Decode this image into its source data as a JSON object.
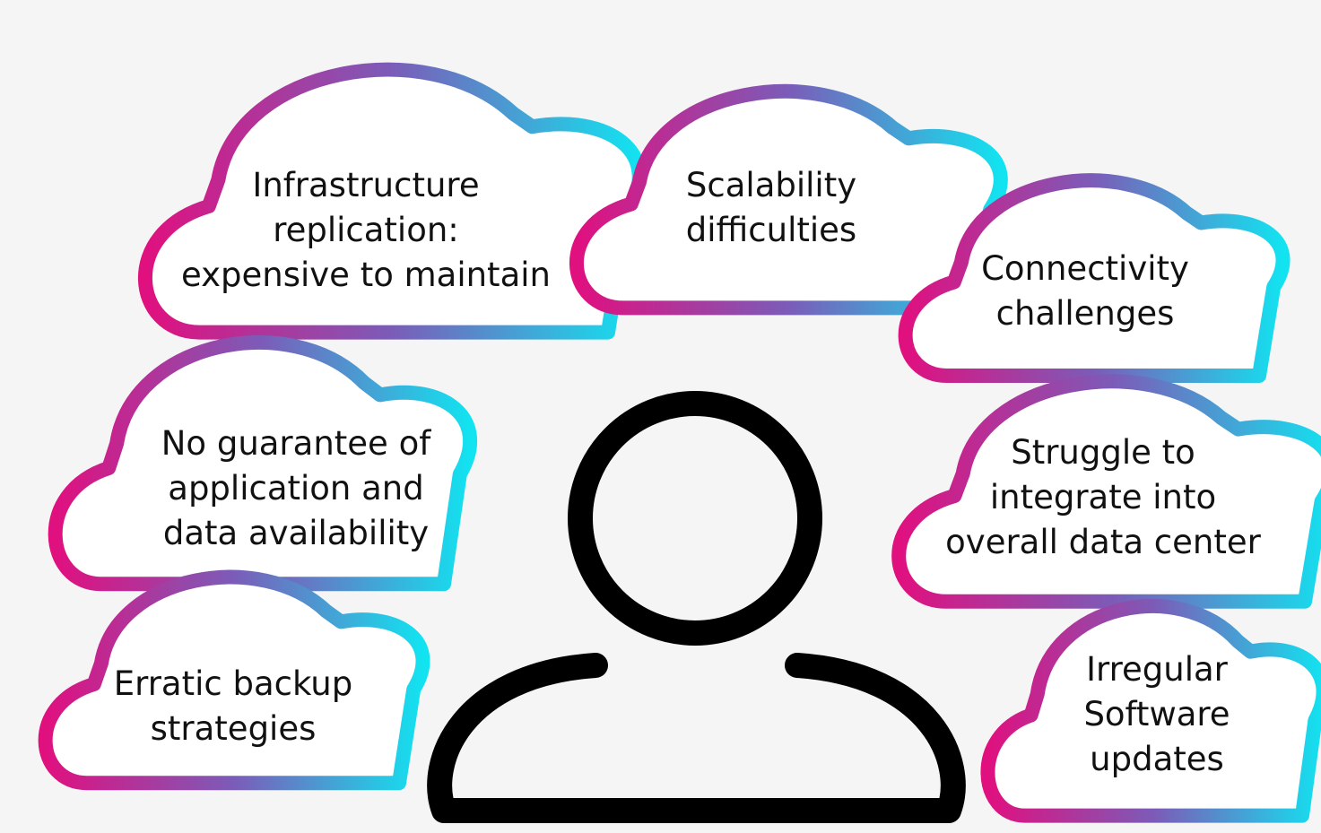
{
  "colors": {
    "background": "#f5f5f5",
    "gradient_start": "#e0107f",
    "gradient_mid": "#7b5cb8",
    "gradient_end": "#12e3f0",
    "cloud_fill": "#ffffff",
    "person_stroke": "#000000",
    "text": "#111111"
  },
  "icons": {
    "person": "person-outline-icon"
  },
  "clouds": {
    "infrastructure": {
      "lines": [
        "Infrastructure",
        "replication:",
        "expensive to maintain"
      ]
    },
    "scalability": {
      "lines": [
        "Scalability",
        "difficulties"
      ]
    },
    "connectivity": {
      "lines": [
        "Connectivity",
        "challenges"
      ]
    },
    "availability": {
      "lines": [
        "No guarantee of",
        "application and",
        "data availability"
      ]
    },
    "integration": {
      "lines": [
        "Struggle to",
        "integrate into",
        "overall data center"
      ]
    },
    "backup": {
      "lines": [
        "Erratic backup",
        "strategies"
      ]
    },
    "updates": {
      "lines": [
        "Irregular",
        "Software",
        "updates"
      ]
    }
  }
}
